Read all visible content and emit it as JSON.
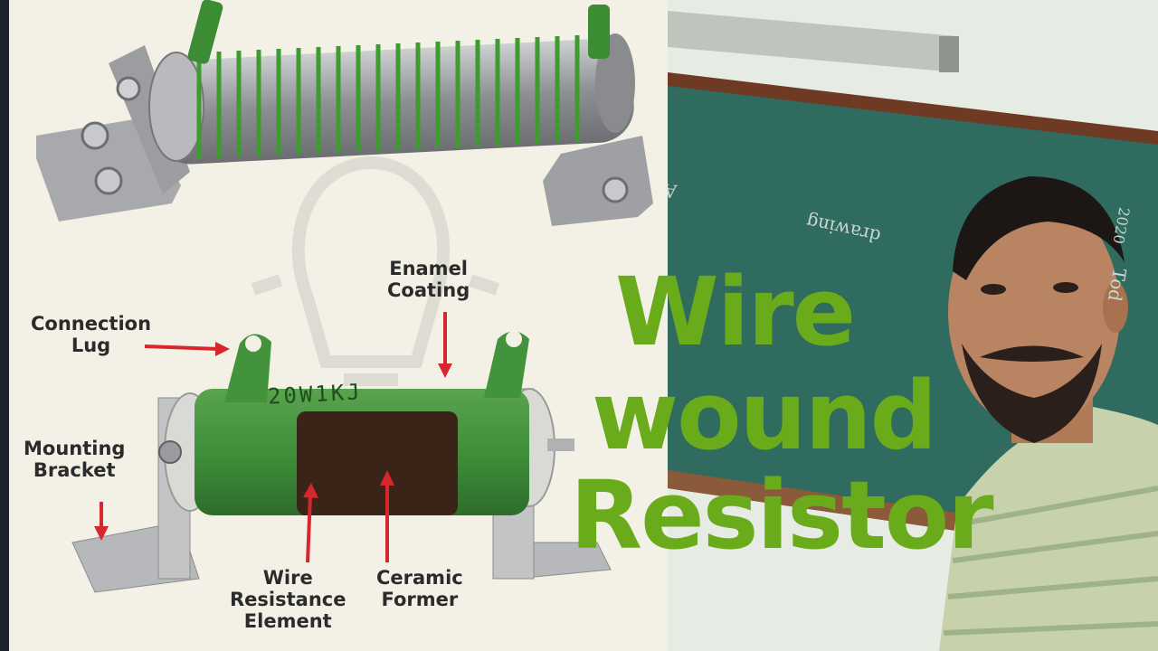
{
  "diagram": {
    "labels": {
      "enamel_coating": "Enamel\nCoating",
      "connection_lug": "Connection\nLug",
      "mounting_bracket": "Mounting\nBracket",
      "wire_resistance_element": "Wire\nResistance\nElement",
      "ceramic_former": "Ceramic\nFormer"
    },
    "body_marking": "20W1KJ"
  },
  "title": {
    "line1": "Wire",
    "line2": "wound",
    "line3": "Resistor"
  },
  "blackboard": {
    "text1": "Aqout D.C Sh",
    "text2": "drawing",
    "text3": "Tod",
    "text4": "2020"
  },
  "colors": {
    "title_green": "#6aab1c",
    "resistor_green": "#3f8f3a",
    "blackboard": "#2f6b5e"
  }
}
